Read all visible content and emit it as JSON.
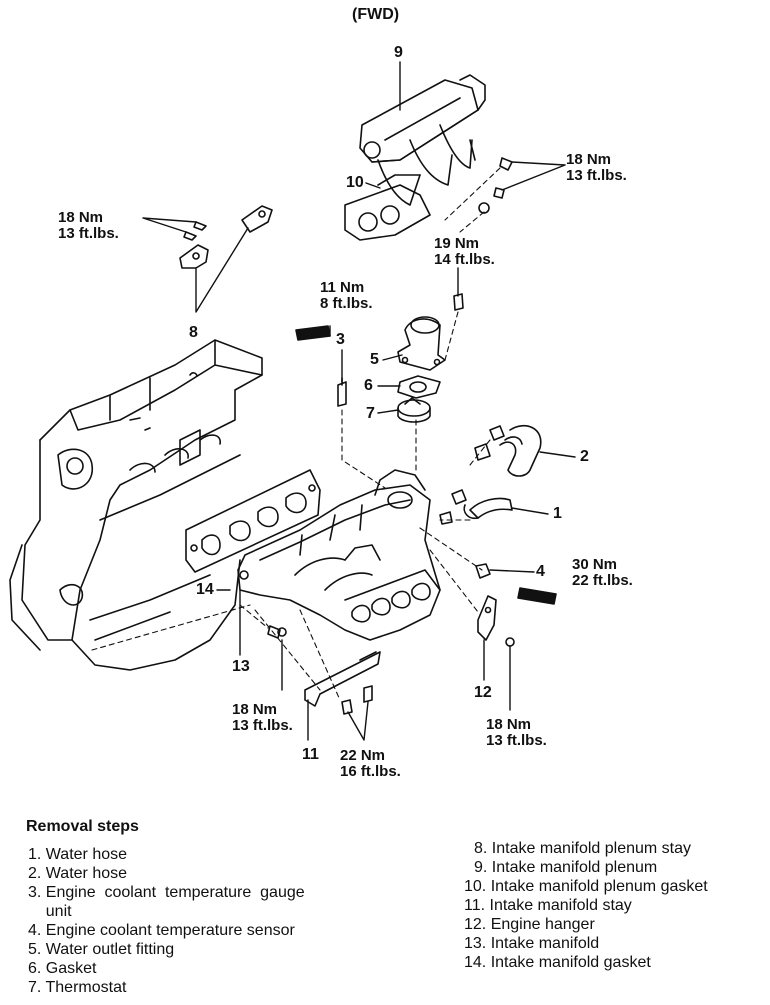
{
  "title": "(FWD)",
  "torques": {
    "t1": {
      "nm": "18 Nm",
      "ft": "13 ft.lbs."
    },
    "t2": {
      "nm": "18 Nm",
      "ft": "13 ft.lbs."
    },
    "t3": {
      "nm": "19 Nm",
      "ft": "14 ft.lbs."
    },
    "t4": {
      "nm": "11 Nm",
      "ft": "8 ft.lbs."
    },
    "t5": {
      "nm": "30 Nm",
      "ft": "22 ft.lbs."
    },
    "t6": {
      "nm": "18 Nm",
      "ft": "13 ft.lbs."
    },
    "t7": {
      "nm": "18 Nm",
      "ft": "13 ft.lbs."
    },
    "t8": {
      "nm": "22 Nm",
      "ft": "16 ft.lbs."
    }
  },
  "callouts": {
    "c1": "1",
    "c2": "2",
    "c3": "3",
    "c4": "4",
    "c5": "5",
    "c6": "6",
    "c7": "7",
    "c8": "8",
    "c9": "9",
    "c10": "10",
    "c11": "11",
    "c12": "12",
    "c13": "13",
    "c14": "14"
  },
  "removal": {
    "heading": "Removal steps",
    "left": [
      "1. Water hose",
      "2. Water hose",
      "3. Engine  coolant  temperature  gauge",
      "    unit",
      "4. Engine coolant temperature sensor",
      "5. Water outlet fitting",
      "6. Gasket",
      "7. Thermostat"
    ],
    "right": [
      "8. Intake manifold plenum stay",
      "9. Intake manifold plenum",
      "10. Intake manifold plenum gasket",
      "11. Intake manifold stay",
      "12. Engine hanger",
      "13. Intake manifold",
      "14. Intake manifold gasket"
    ]
  }
}
